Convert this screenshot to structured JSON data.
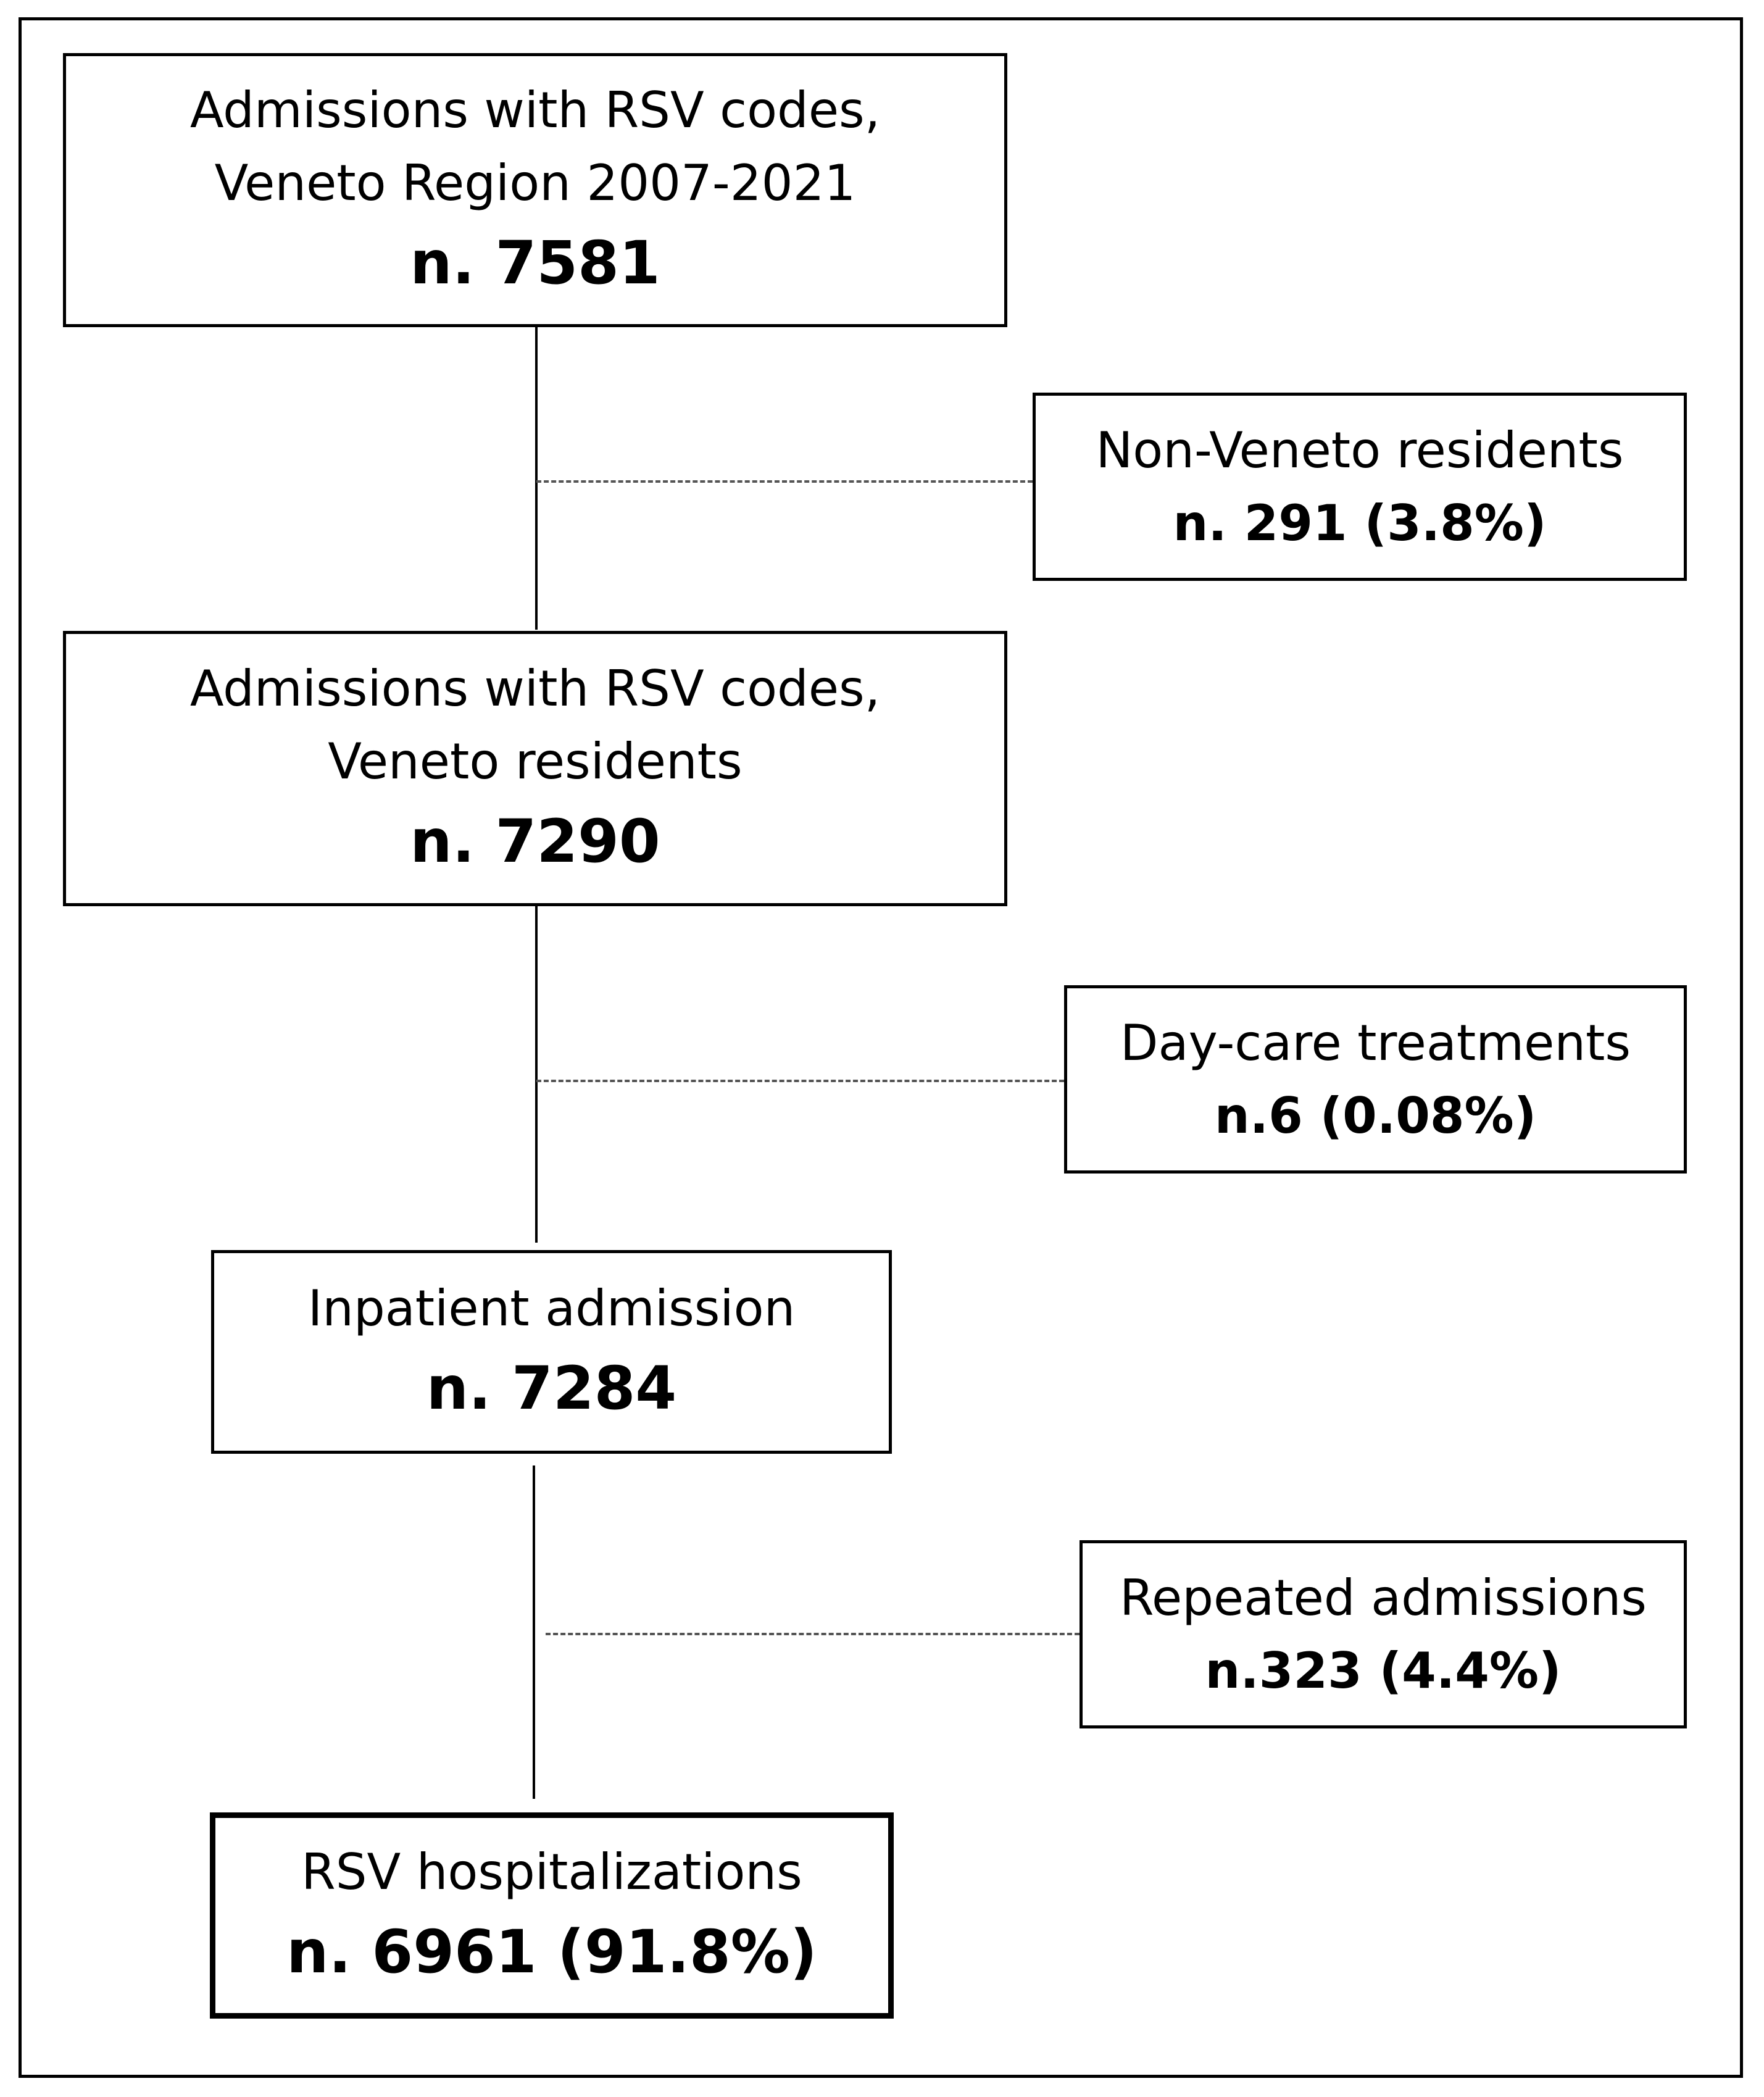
{
  "boxes": {
    "box1": {
      "line1": "Admissions with RSV codes,",
      "line2": "Veneto Region 2007-2021",
      "count_prefix": "n. ",
      "count": "7581"
    },
    "exclusion1": {
      "label": "Non-Veneto residents",
      "count": "n. 291 (3.8%)"
    },
    "box2": {
      "line1": "Admissions with RSV codes,",
      "line2": "Veneto residents",
      "count_prefix": "n. ",
      "count": "7290"
    },
    "exclusion2": {
      "label": "Day-care treatments",
      "count": "n.6 (0.08%)"
    },
    "box3": {
      "line1": "Inpatient admission",
      "count_prefix": "n. ",
      "count": "7284"
    },
    "exclusion3": {
      "label": "Repeated admissions",
      "count": "n.323 (4.4%)"
    },
    "box4": {
      "line1": "RSV hospitalizations",
      "count_prefix": "n. ",
      "count": "6961 (91.8%)"
    }
  }
}
